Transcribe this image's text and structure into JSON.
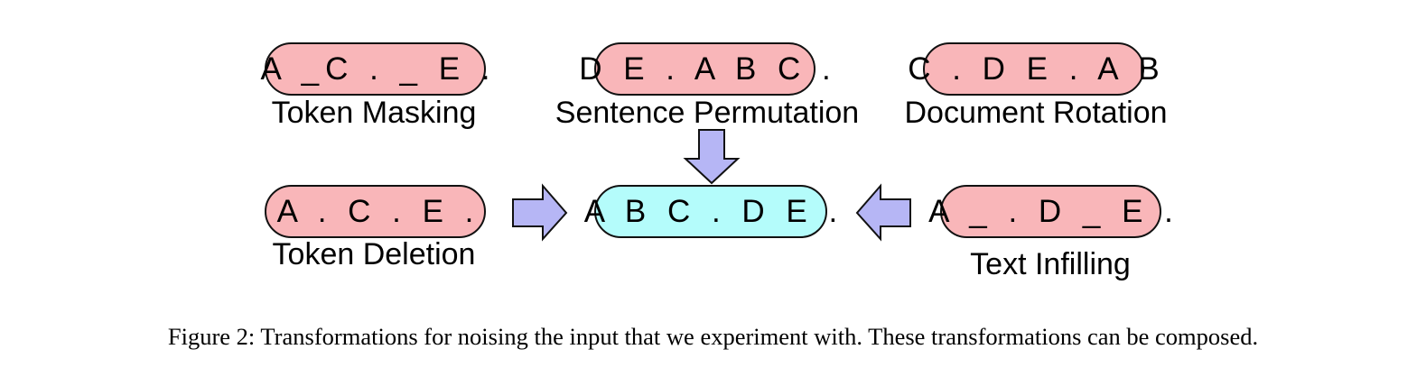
{
  "diagram": {
    "token_masking": {
      "sequence": "A _C . _ E .",
      "label": "Token Masking"
    },
    "sentence_permutation": {
      "sequence": "D E . A B C .",
      "label": "Sentence Permutation"
    },
    "document_rotation": {
      "sequence": "C . D E . A B",
      "label": "Document Rotation"
    },
    "token_deletion": {
      "sequence": "A . C . E .",
      "label": "Token Deletion"
    },
    "original": {
      "sequence": "A B C . D E ."
    },
    "text_infilling": {
      "sequence": "A _ . D _ E .",
      "label": "Text Infilling"
    }
  },
  "colors": {
    "noised": "#f9b6b9",
    "original": "#b4fcfb",
    "arrow_fill": "#b6b6f5",
    "stroke": "#111111"
  },
  "caption": "Figure 2: Transformations for noising the input that we experiment with. These transformations can be composed."
}
